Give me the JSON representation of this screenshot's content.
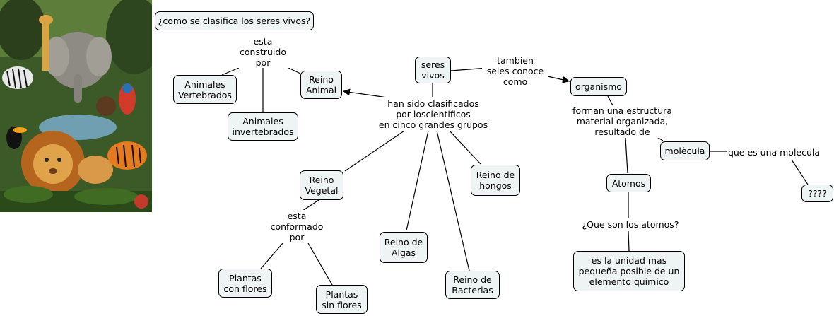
{
  "image": {
    "alt": "ilustración de animales en la selva"
  },
  "nodes": {
    "pregunta": "¿como se clasifica los seres vivos?",
    "seres_vivos": "seres\nvivos",
    "reino_animal": "Reino\nAnimal",
    "animales_vertebrados": "Animales\nVertebrados",
    "animales_invertebrados": "Animales\ninvertebrados",
    "reino_vegetal": "Reino\nVegetal",
    "plantas_con_flores": "Plantas\ncon flores",
    "plantas_sin_flores": "Plantas\nsin flores",
    "reino_algas": "Reino de\nAlgas",
    "reino_bacterias": "Reino de\nBacterias",
    "reino_hongos": "Reino de\nhongos",
    "organismo": "organismo",
    "molecula": "molècula",
    "atomos": "Atomos",
    "unidad": "es la unidad mas\npequeña  posible de un\nelemento quimico",
    "interrogantes": "????"
  },
  "links": {
    "esta_construido_por": "esta\nconstruido\npor",
    "han_sido_clasificados": "han sido clasificados\npor loscientificos\nen cinco grandes grupos",
    "tambien_seles_conoce": "tambien\nseles conoce\ncomo",
    "forman_estructura": "forman una estructura\nmaterial organizada,\nresultado de",
    "que_es_molecula": "que es una molecula",
    "que_son_atomos": "¿Que son los atomos?",
    "esta_conformado_por": "esta\nconformado\npor"
  },
  "colors": {
    "node_fill": "#eef3f4",
    "line": "#000000"
  }
}
